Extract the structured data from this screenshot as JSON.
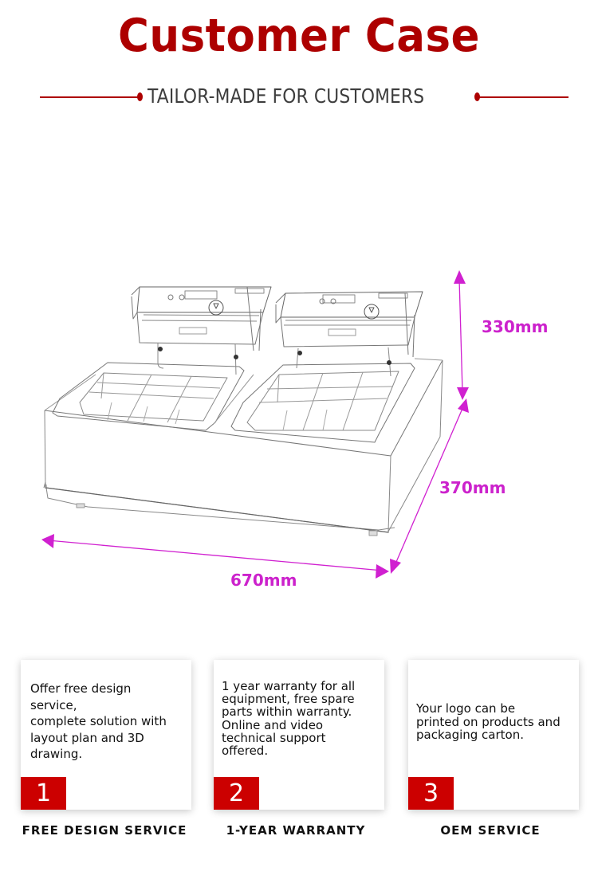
{
  "header": {
    "title": "Customer Case",
    "subtitle": "TAILOR-MADE FOR CUSTOMERS",
    "accent_color": "#ad0000"
  },
  "product_drawing": {
    "subject": "double-tank fryer with basket dividers (line sketch)",
    "dimension_color": "#cc22cc",
    "dimensions": {
      "height": "330mm",
      "depth": "370mm",
      "width": "670mm"
    }
  },
  "services": [
    {
      "number": "1",
      "text": "Offer free design\nservice,\ncomplete solution with\nlayout plan and 3D\ndrawing.",
      "caption": "FREE DESIGN SERVICE"
    },
    {
      "number": "2",
      "text": "1 year warranty for all\nequipment, free spare\nparts within warranty.\nOnline and video\ntechnical support\noffered.",
      "caption": "1-YEAR WARRANTY"
    },
    {
      "number": "3",
      "text": "Your logo can be\nprinted on products and\npackaging carton.",
      "caption": "OEM SERVICE"
    }
  ],
  "badge_color": "#cc0000"
}
